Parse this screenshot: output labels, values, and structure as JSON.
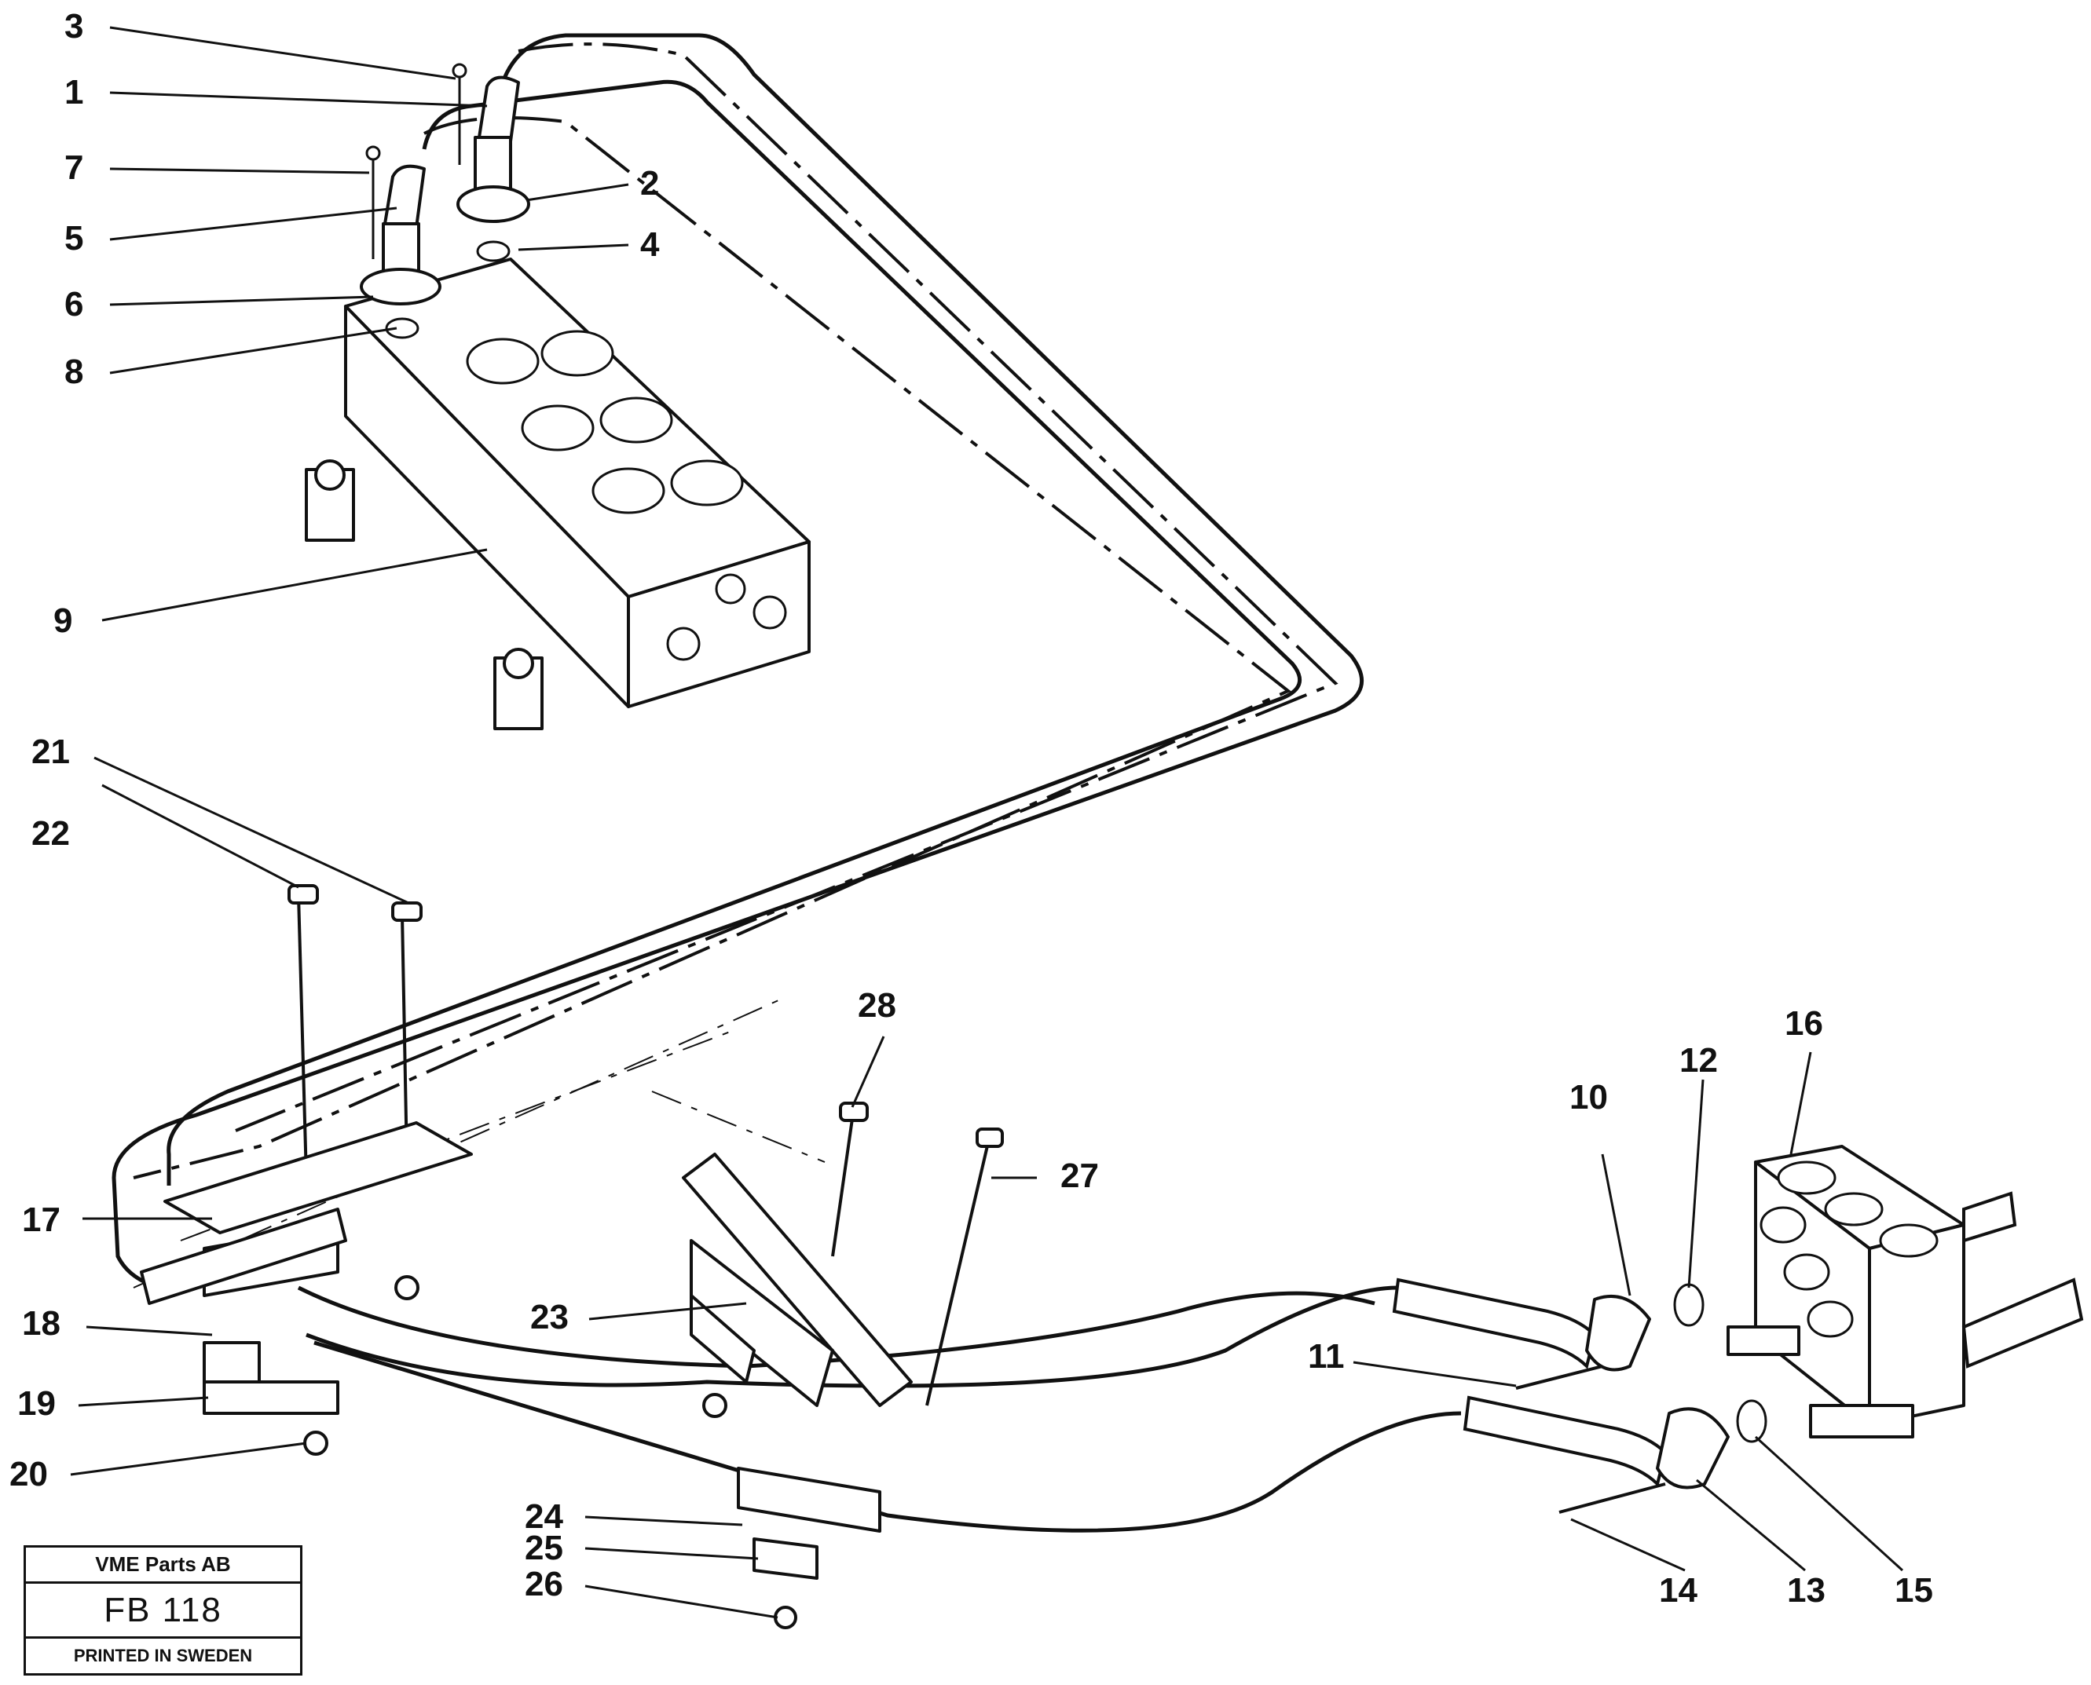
{
  "callouts": {
    "c1": "1",
    "c2": "2",
    "c3": "3",
    "c4": "4",
    "c5": "5",
    "c6": "6",
    "c7": "7",
    "c8": "8",
    "c9": "9",
    "c10": "10",
    "c11": "11",
    "c12": "12",
    "c13": "13",
    "c14": "14",
    "c15": "15",
    "c16": "16",
    "c17": "17",
    "c18": "18",
    "c19": "19",
    "c20": "20",
    "c21": "21",
    "c22": "22",
    "c23": "23",
    "c24": "24",
    "c25": "25",
    "c26": "26",
    "c27": "27",
    "c28": "28"
  },
  "title_block": {
    "company": "VME Parts AB",
    "code": "FB 118",
    "printed": "PRINTED IN SWEDEN"
  }
}
